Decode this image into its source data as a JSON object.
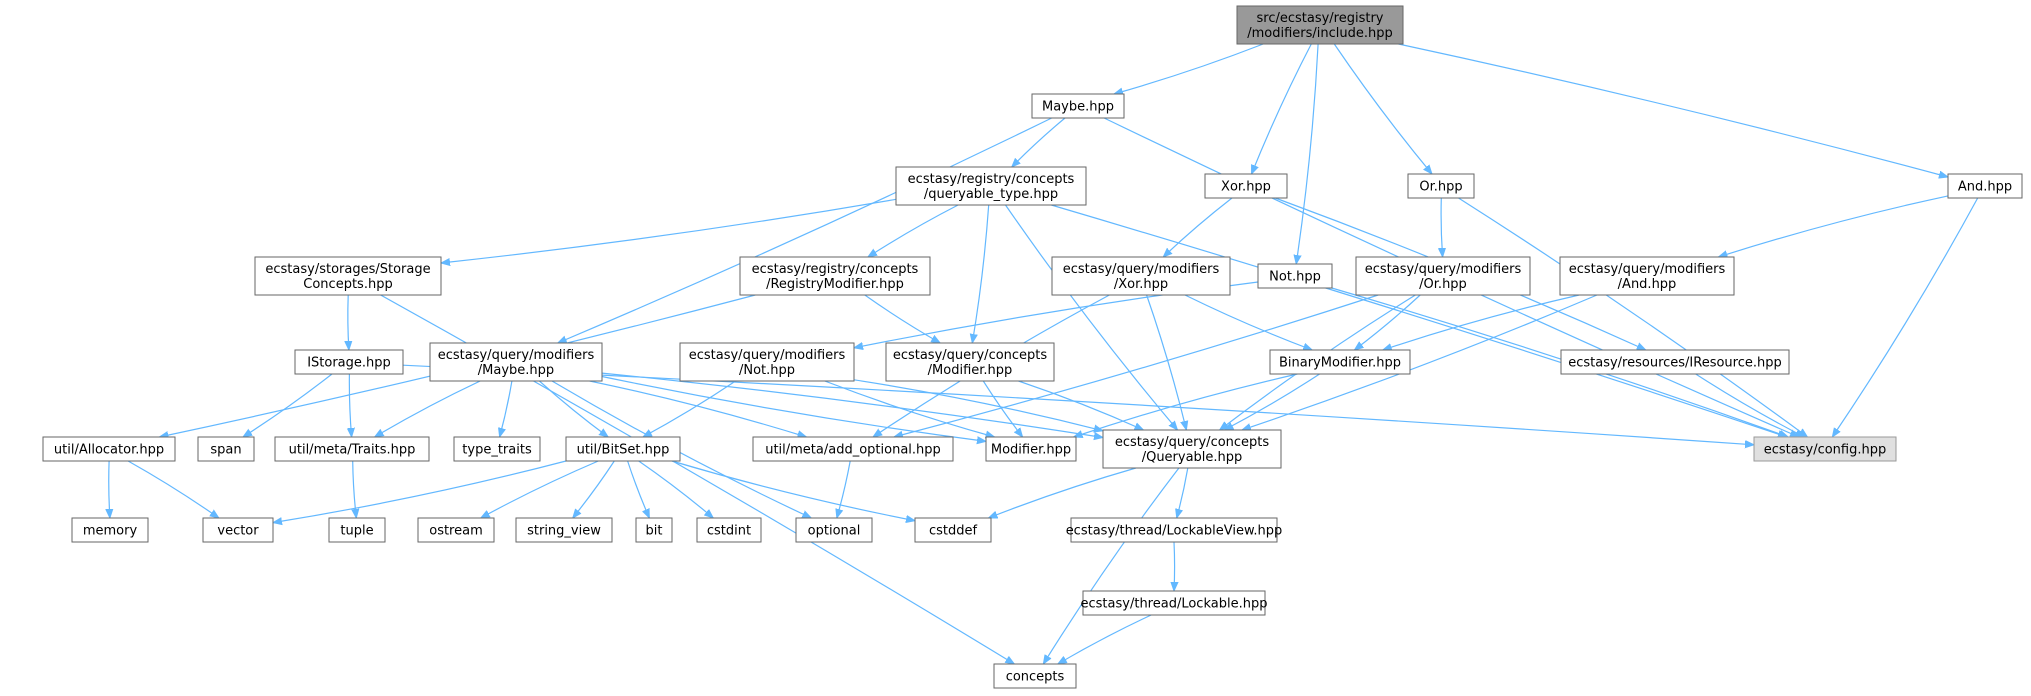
{
  "diagram": {
    "nodes": [
      {
        "id": "root",
        "lines": [
          "src/ecstasy/registry",
          "/modifiers/include.hpp"
        ],
        "style": "root"
      },
      {
        "id": "maybe_top",
        "lines": [
          "Maybe.hpp"
        ]
      },
      {
        "id": "xor_top",
        "lines": [
          "Xor.hpp"
        ]
      },
      {
        "id": "or_top",
        "lines": [
          "Or.hpp"
        ]
      },
      {
        "id": "and_top",
        "lines": [
          "And.hpp"
        ]
      },
      {
        "id": "not_top",
        "lines": [
          "Not.hpp"
        ]
      },
      {
        "id": "queryable_type",
        "lines": [
          "ecstasy/registry/concepts",
          "/queryable_type.hpp"
        ]
      },
      {
        "id": "storage_concepts",
        "lines": [
          "ecstasy/storages/Storage",
          "Concepts.hpp"
        ]
      },
      {
        "id": "registry_modifier",
        "lines": [
          "ecstasy/registry/concepts",
          "/RegistryModifier.hpp"
        ]
      },
      {
        "id": "qm_xor",
        "lines": [
          "ecstasy/query/modifiers",
          "/Xor.hpp"
        ]
      },
      {
        "id": "qm_or",
        "lines": [
          "ecstasy/query/modifiers",
          "/Or.hpp"
        ]
      },
      {
        "id": "qm_and",
        "lines": [
          "ecstasy/query/modifiers",
          "/And.hpp"
        ]
      },
      {
        "id": "istorage",
        "lines": [
          "IStorage.hpp"
        ]
      },
      {
        "id": "qm_maybe",
        "lines": [
          "ecstasy/query/modifiers",
          "/Maybe.hpp"
        ]
      },
      {
        "id": "qm_not",
        "lines": [
          "ecstasy/query/modifiers",
          "/Not.hpp"
        ]
      },
      {
        "id": "qc_modifier",
        "lines": [
          "ecstasy/query/concepts",
          "/Modifier.hpp"
        ]
      },
      {
        "id": "binary_modifier",
        "lines": [
          "BinaryModifier.hpp"
        ]
      },
      {
        "id": "iresource",
        "lines": [
          "ecstasy/resources/IResource.hpp"
        ]
      },
      {
        "id": "allocator",
        "lines": [
          "util/Allocator.hpp"
        ]
      },
      {
        "id": "span",
        "lines": [
          "span"
        ]
      },
      {
        "id": "traits",
        "lines": [
          "util/meta/Traits.hpp"
        ]
      },
      {
        "id": "type_traits",
        "lines": [
          "type_traits"
        ]
      },
      {
        "id": "bitset",
        "lines": [
          "util/BitSet.hpp"
        ]
      },
      {
        "id": "add_optional",
        "lines": [
          "util/meta/add_optional.hpp"
        ]
      },
      {
        "id": "modifier_hpp",
        "lines": [
          "Modifier.hpp"
        ]
      },
      {
        "id": "queryable",
        "lines": [
          "ecstasy/query/concepts",
          "/Queryable.hpp"
        ]
      },
      {
        "id": "config",
        "lines": [
          "ecstasy/config.hpp"
        ],
        "style": "grey"
      },
      {
        "id": "memory",
        "lines": [
          "memory"
        ]
      },
      {
        "id": "vector",
        "lines": [
          "vector"
        ]
      },
      {
        "id": "tuple",
        "lines": [
          "tuple"
        ]
      },
      {
        "id": "ostream",
        "lines": [
          "ostream"
        ]
      },
      {
        "id": "string_view",
        "lines": [
          "string_view"
        ]
      },
      {
        "id": "bit",
        "lines": [
          "bit"
        ]
      },
      {
        "id": "cstdint",
        "lines": [
          "cstdint"
        ]
      },
      {
        "id": "optional",
        "lines": [
          "optional"
        ]
      },
      {
        "id": "cstddef",
        "lines": [
          "cstddef"
        ]
      },
      {
        "id": "lockable_view",
        "lines": [
          "ecstasy/thread/LockableView.hpp"
        ]
      },
      {
        "id": "lockable",
        "lines": [
          "ecstasy/thread/Lockable.hpp"
        ]
      },
      {
        "id": "concepts",
        "lines": [
          "concepts"
        ]
      }
    ],
    "edges": [
      [
        "root",
        "maybe_top"
      ],
      [
        "root",
        "xor_top"
      ],
      [
        "root",
        "not_top"
      ],
      [
        "root",
        "or_top"
      ],
      [
        "root",
        "and_top"
      ],
      [
        "maybe_top",
        "queryable_type"
      ],
      [
        "maybe_top",
        "qm_maybe"
      ],
      [
        "maybe_top",
        "config"
      ],
      [
        "queryable_type",
        "storage_concepts"
      ],
      [
        "queryable_type",
        "registry_modifier"
      ],
      [
        "queryable_type",
        "qc_modifier"
      ],
      [
        "queryable_type",
        "queryable"
      ],
      [
        "queryable_type",
        "config"
      ],
      [
        "storage_concepts",
        "istorage"
      ],
      [
        "storage_concepts",
        "concepts"
      ],
      [
        "registry_modifier",
        "qc_modifier"
      ],
      [
        "registry_modifier",
        "allocator"
      ],
      [
        "xor_top",
        "qm_xor"
      ],
      [
        "xor_top",
        "iresource"
      ],
      [
        "or_top",
        "qm_or"
      ],
      [
        "or_top",
        "config"
      ],
      [
        "and_top",
        "qm_and"
      ],
      [
        "and_top",
        "config"
      ],
      [
        "not_top",
        "qm_not"
      ],
      [
        "not_top",
        "config"
      ],
      [
        "qm_xor",
        "binary_modifier"
      ],
      [
        "qm_xor",
        "queryable"
      ],
      [
        "qm_xor",
        "add_optional"
      ],
      [
        "qm_or",
        "binary_modifier"
      ],
      [
        "qm_or",
        "queryable"
      ],
      [
        "qm_or",
        "add_optional"
      ],
      [
        "qm_and",
        "binary_modifier"
      ],
      [
        "qm_and",
        "queryable"
      ],
      [
        "iresource",
        "config"
      ],
      [
        "istorage",
        "span"
      ],
      [
        "istorage",
        "traits"
      ],
      [
        "istorage",
        "config"
      ],
      [
        "qm_maybe",
        "traits"
      ],
      [
        "qm_maybe",
        "type_traits"
      ],
      [
        "qm_maybe",
        "bitset"
      ],
      [
        "qm_maybe",
        "add_optional"
      ],
      [
        "qm_maybe",
        "modifier_hpp"
      ],
      [
        "qm_maybe",
        "queryable"
      ],
      [
        "qm_maybe",
        "optional"
      ],
      [
        "qm_not",
        "bitset"
      ],
      [
        "qm_not",
        "modifier_hpp"
      ],
      [
        "qm_not",
        "queryable"
      ],
      [
        "qc_modifier",
        "modifier_hpp"
      ],
      [
        "qc_modifier",
        "queryable"
      ],
      [
        "binary_modifier",
        "modifier_hpp"
      ],
      [
        "binary_modifier",
        "queryable"
      ],
      [
        "allocator",
        "memory"
      ],
      [
        "allocator",
        "vector"
      ],
      [
        "traits",
        "tuple"
      ],
      [
        "bitset",
        "vector"
      ],
      [
        "bitset",
        "ostream"
      ],
      [
        "bitset",
        "string_view"
      ],
      [
        "bitset",
        "bit"
      ],
      [
        "bitset",
        "cstdint"
      ],
      [
        "bitset",
        "cstddef"
      ],
      [
        "add_optional",
        "optional"
      ],
      [
        "queryable",
        "cstddef"
      ],
      [
        "queryable",
        "lockable_view"
      ],
      [
        "queryable",
        "concepts"
      ],
      [
        "lockable_view",
        "lockable"
      ],
      [
        "lockable",
        "concepts"
      ]
    ]
  },
  "colors": {
    "edge": "#63b8ff",
    "root_fill": "#999999",
    "highlight_fill": "#e0e0e0",
    "border": "#666666"
  }
}
